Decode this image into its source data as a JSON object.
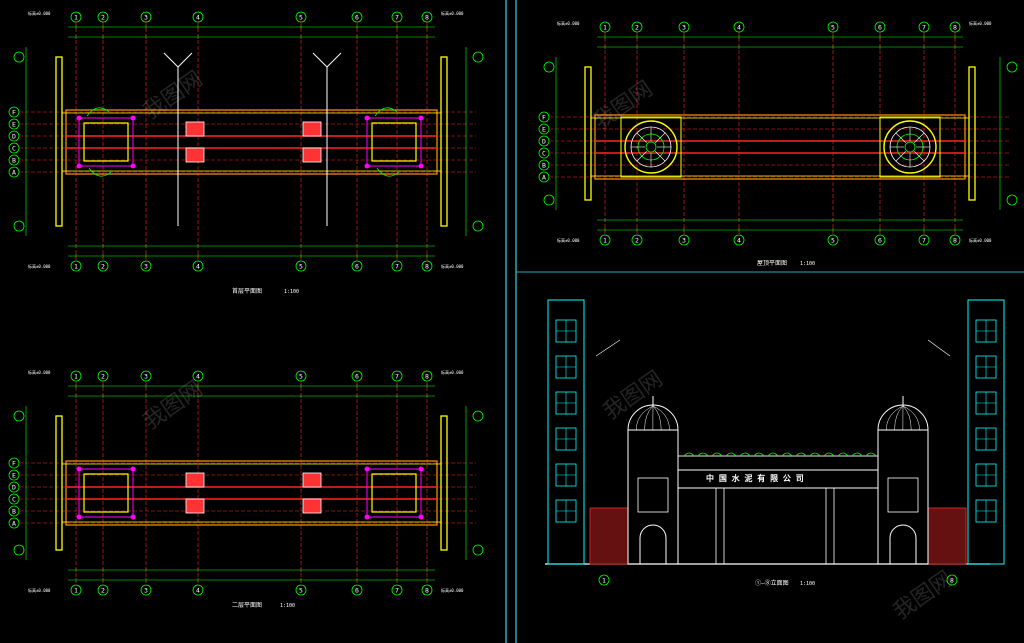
{
  "colors": {
    "background": "#000000",
    "grid": "#00ff00",
    "axis": "#ff2222",
    "wall": "#ffff00",
    "structure": "#ff9900",
    "text": "#ffffff",
    "cyan": "#00ffff",
    "magenta": "#ff00ff",
    "divider": "#2aa9b5"
  },
  "axis_labels": {
    "columns": [
      "1",
      "2",
      "3",
      "4",
      "5",
      "6",
      "7",
      "8"
    ],
    "rows": [
      "F",
      "E",
      "D",
      "C",
      "B",
      "A"
    ]
  },
  "panels": {
    "top_left": {
      "title": "首层平面图",
      "scale": "1:100"
    },
    "top_right": {
      "title": "屋顶平面图",
      "scale": "1:100"
    },
    "bottom_left": {
      "title": "二层平面图",
      "scale": "1:100"
    },
    "bottom_right": {
      "title": "①—⑧立面图",
      "scale": "1:100"
    }
  },
  "elevation": {
    "sign_text": "中 国 水 泥 有 限 公 司"
  },
  "watermark": "我图网"
}
